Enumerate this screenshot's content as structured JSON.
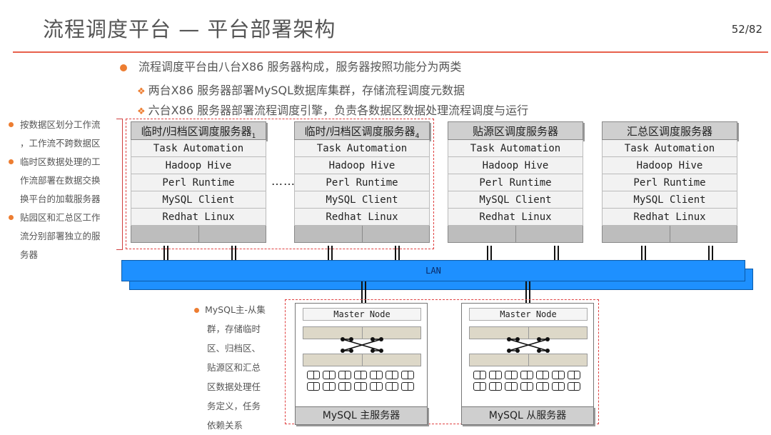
{
  "header": {
    "title": "流程调度平台 — 平台部署架构",
    "page": "52/82"
  },
  "bullets": {
    "main": "流程调度平台由八台X86 服务器构成，服务器按照功能分为两类",
    "sub1": "两台X86 服务器部署MySQL数据库集群，存储流程调度元数据",
    "sub2": "六台X86 服务器部署流程调度引擎，负责各数据区数据处理流程调度与运行"
  },
  "left_notes": [
    [
      "按数据区划分工作流",
      "，工作流不跨数据区"
    ],
    [
      "临时区数据处理的工",
      "作流部署在数据交换",
      "换平台的加载服务器"
    ],
    [
      "贴园区和汇总区工作",
      "流分别部署独立的服",
      "务器"
    ]
  ],
  "servers": [
    {
      "name": "临时/归档区调度服务器",
      "sub": "1"
    },
    {
      "name": "临时/归档区调度服务器",
      "sub": "4"
    },
    {
      "name": "贴源区调度服务器",
      "sub": ""
    },
    {
      "name": "汇总区调度服务器",
      "sub": ""
    }
  ],
  "stack_layers": [
    "Task Automation",
    "Hadoop Hive",
    "Perl Runtime",
    "MySQL Client",
    "Redhat Linux"
  ],
  "ellipsis": "……",
  "lan_label": "LAN",
  "mysql_note": [
    "MySQL主-从集",
    "群，存储临时",
    "区、归档区、",
    "贴源区和汇总",
    "区数据处理任",
    "务定义，任务",
    "依赖关系"
  ],
  "db_servers": [
    {
      "node": "Master Node",
      "label": "MySQL 主服务器"
    },
    {
      "node": "Master Node",
      "label": "MySQL 从服务器"
    }
  ],
  "colors": {
    "accent": "#ed7d31",
    "rule": "#e8604c",
    "lan": "#1e90ff",
    "dashed": "#e04040"
  }
}
